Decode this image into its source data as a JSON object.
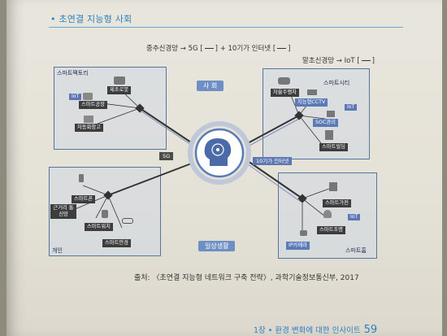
{
  "header": {
    "section_title": "• 초연결 지능형 사회"
  },
  "legend": {
    "backbone": "중추신경망 → 5G",
    "iot_internet": "+ 10기가 인터넷",
    "peripheral": "말초신경망 → IoT"
  },
  "quadrants": {
    "smart_factory": "스마트팩토리",
    "smart_city": "스마트시티",
    "personal": "개인",
    "smart_home": "스마트홈"
  },
  "center_labels": {
    "society": "사 회",
    "daily_life": "일상생활"
  },
  "network_tags": {
    "five_g": "5G",
    "ten_giga": "10기가 인터넷"
  },
  "iot_tags": {
    "factory": "IoT",
    "city": "IoT",
    "home": "IoT"
  },
  "nodes": {
    "factory": [
      "제조로봇",
      "스마트공장",
      "자동화창고"
    ],
    "city": [
      "자율주행차",
      "지능형CCTV",
      "SOC관리",
      "스마트빌딩"
    ],
    "personal": [
      "스마트폰",
      "근거리 통신망",
      "스마트워치",
      "스마트안경"
    ],
    "home": [
      "스마트가전",
      "스마트조명",
      "IP카메라"
    ]
  },
  "caption": "출처: 〈초연결 지능형 네트워크 구축 전략〉, 과학기술정보통신부, 2017",
  "footer": {
    "chapter": "1장 • 환경 변화에 대한 인사이트",
    "page": "59"
  },
  "colors": {
    "accent": "#2c7fbe",
    "label_bg": "#3d3d3d",
    "quad_border": "#56749c",
    "tag_bg": "#5e77b3"
  }
}
